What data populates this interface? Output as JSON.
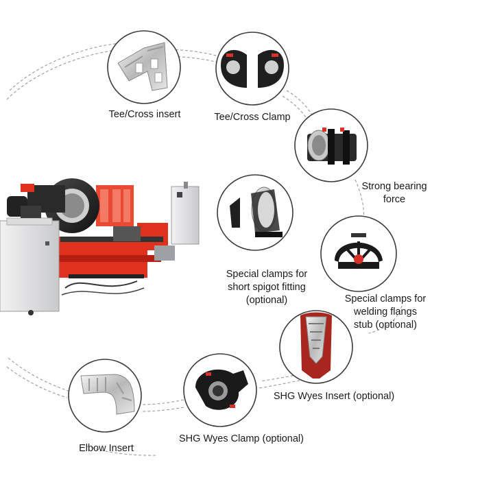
{
  "accessories": [
    {
      "id": "tee-cross-insert",
      "label": "Tee/Cross insert"
    },
    {
      "id": "tee-cross-clamp",
      "label": "Tee/Cross Clamp"
    },
    {
      "id": "strong-bearing",
      "label_lines": [
        "Strong bearing",
        "force"
      ]
    },
    {
      "id": "short-spigot-clamps",
      "label_lines": [
        "Special clamps for",
        "short spigot fitting",
        "(optional)"
      ]
    },
    {
      "id": "flange-stub-clamps",
      "label_lines": [
        "Special clamps for",
        "welding flangs",
        "stub (optional)"
      ]
    },
    {
      "id": "shg-wyes-insert",
      "label": "SHG Wyes Insert (optional)"
    },
    {
      "id": "shg-wyes-clamp",
      "label": "SHG Wyes Clamp (optional)"
    },
    {
      "id": "elbow-insert",
      "label": "Elbow Insert"
    }
  ],
  "colors": {
    "machine_red": "#e0301e",
    "machine_grey": "#d9dadc",
    "dark_metal": "#1c1c1c",
    "circle_border": "#3a3a3a",
    "dash_line": "#9a9a9a"
  },
  "icons": [
    "welding-machine",
    "tee-insert",
    "tee-clamp",
    "bearing-clamp",
    "spigot-clamp",
    "flange-clamp",
    "wyes-insert",
    "wyes-clamp",
    "elbow-insert"
  ]
}
